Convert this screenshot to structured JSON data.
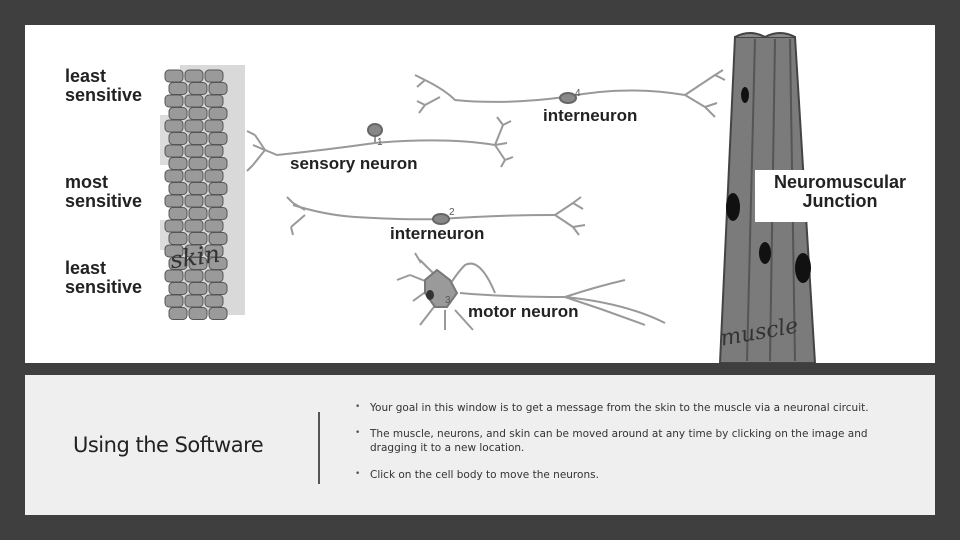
{
  "figure": {
    "skin_labels": {
      "top": [
        "least",
        "sensitive"
      ],
      "middle": [
        "most",
        "sensitive"
      ],
      "bottom": [
        "least",
        "sensitive"
      ]
    },
    "skin_handwriting": "skin",
    "muscle_handwriting": "muscle",
    "neurons": {
      "sensory": {
        "label": "sensory neuron",
        "number": "1"
      },
      "interneuron_lower": {
        "label": "interneuron",
        "number": "2"
      },
      "motor": {
        "label": "motor neuron",
        "number": "3"
      },
      "interneuron_upper": {
        "label": "interneuron",
        "number": "4"
      }
    },
    "junction_label": [
      "Neuromuscular",
      "Junction"
    ]
  },
  "panel": {
    "title": "Using the Software",
    "bullets": [
      "Your goal in this window is to get a message from the skin to the muscle via a neuronal circuit.",
      "The muscle, neurons, and skin can be moved around at any time by clicking on the image and dragging it to a new location.",
      "Click on the cell body to move the neurons."
    ]
  }
}
